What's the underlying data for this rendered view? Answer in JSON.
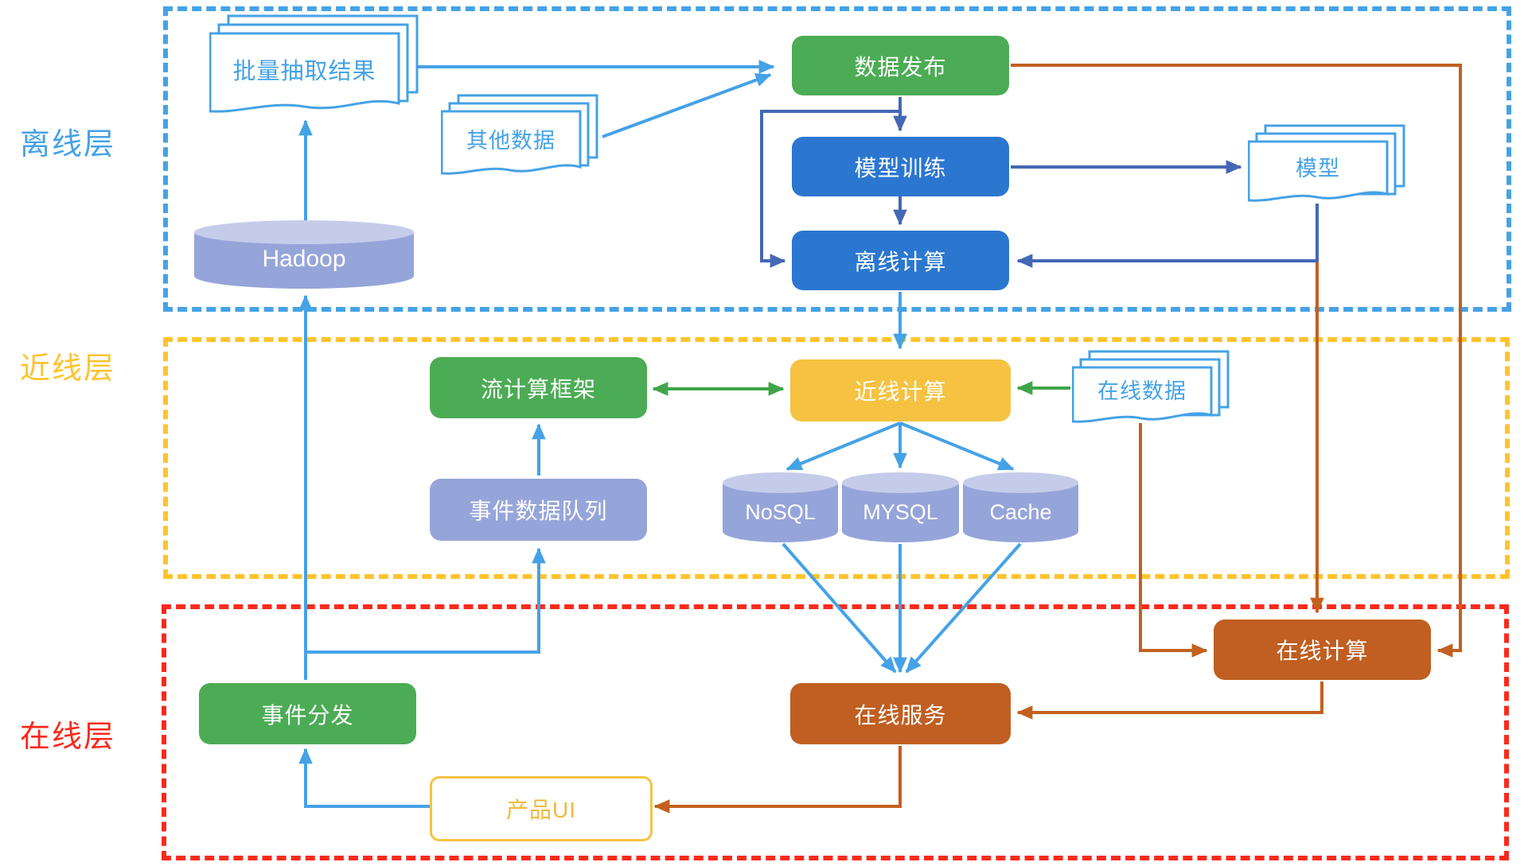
{
  "layers": {
    "offline": {
      "label": "离线层",
      "border_color": "#45A2E6"
    },
    "nearline": {
      "label": "近线层",
      "border_color": "#FFC32E"
    },
    "online": {
      "label": "在线层",
      "border_color": "#FA2A1C"
    }
  },
  "nodes": {
    "batch_results": {
      "label": "批量抽取结果",
      "shape": "document-stack"
    },
    "other_data": {
      "label": "其他数据",
      "shape": "document-stack"
    },
    "data_publish": {
      "label": "数据发布",
      "shape": "rounded-box",
      "color": "#4CAC55"
    },
    "model_training": {
      "label": "模型训练",
      "shape": "rounded-box",
      "color": "#2B77D0"
    },
    "offline_compute": {
      "label": "离线计算",
      "shape": "rounded-box",
      "color": "#2B77D0"
    },
    "model": {
      "label": "模型",
      "shape": "document-stack"
    },
    "hadoop": {
      "label": "Hadoop",
      "shape": "cylinder",
      "color": "#96A5D9"
    },
    "stream_framework": {
      "label": "流计算框架",
      "shape": "rounded-box",
      "color": "#4CAC55"
    },
    "nearline_compute": {
      "label": "近线计算",
      "shape": "rounded-box",
      "color": "#F5C242"
    },
    "online_data": {
      "label": "在线数据",
      "shape": "document-stack"
    },
    "event_queue": {
      "label": "事件数据队列",
      "shape": "rounded-box",
      "color": "#96A5D9"
    },
    "nosql": {
      "label": "NoSQL",
      "shape": "cylinder",
      "color": "#96A5D9"
    },
    "mysql": {
      "label": "MYSQL",
      "shape": "cylinder",
      "color": "#96A5D9"
    },
    "cache": {
      "label": "Cache",
      "shape": "cylinder",
      "color": "#96A5D9"
    },
    "online_compute": {
      "label": "在线计算",
      "shape": "rounded-box",
      "color": "#C05F21"
    },
    "event_dispatch": {
      "label": "事件分发",
      "shape": "rounded-box",
      "color": "#4CAC55"
    },
    "online_service": {
      "label": "在线服务",
      "shape": "rounded-box",
      "color": "#C05F21"
    },
    "product_ui": {
      "label": "产品UI",
      "shape": "outlined-box",
      "color": "#F5C242"
    }
  },
  "colors": {
    "light_blue_arrow": "#45A2E6",
    "dark_blue_arrow": "#4468B4",
    "green_arrow": "#3FA548",
    "orange_arrow": "#C3601F",
    "doc_outline": "#45A2E6",
    "cylinder_body": "#96A5D9",
    "cylinder_cap": "#C5CCEA"
  }
}
